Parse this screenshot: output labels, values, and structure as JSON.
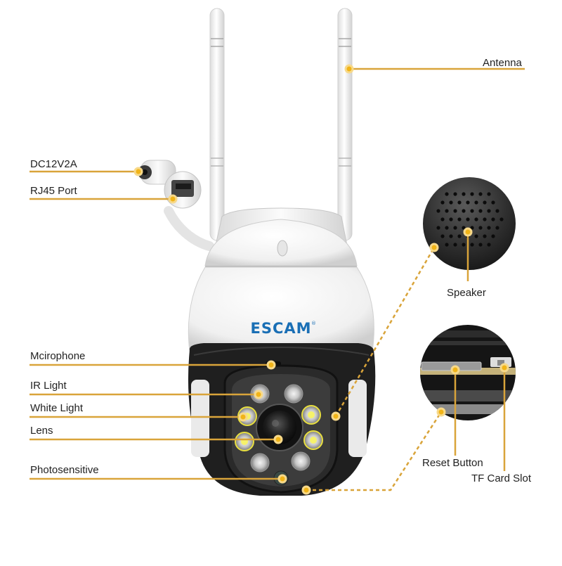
{
  "diagram": {
    "brand": "ESCAM",
    "brand_mark": "®",
    "accent_color": "#e8a31a",
    "line_color": "#d9a43a",
    "labels": {
      "antenna": "Antenna",
      "dc_power": "DC12V2A",
      "rj45": "RJ45 Port",
      "microphone": "Mcirophone",
      "ir_light": "IR Light",
      "white_light": "White Light",
      "lens": "Lens",
      "photosensitive": "Photosensitive",
      "speaker": "Speaker",
      "reset_button": "Reset Button",
      "tf_card_slot": "TF Card Slot"
    }
  }
}
